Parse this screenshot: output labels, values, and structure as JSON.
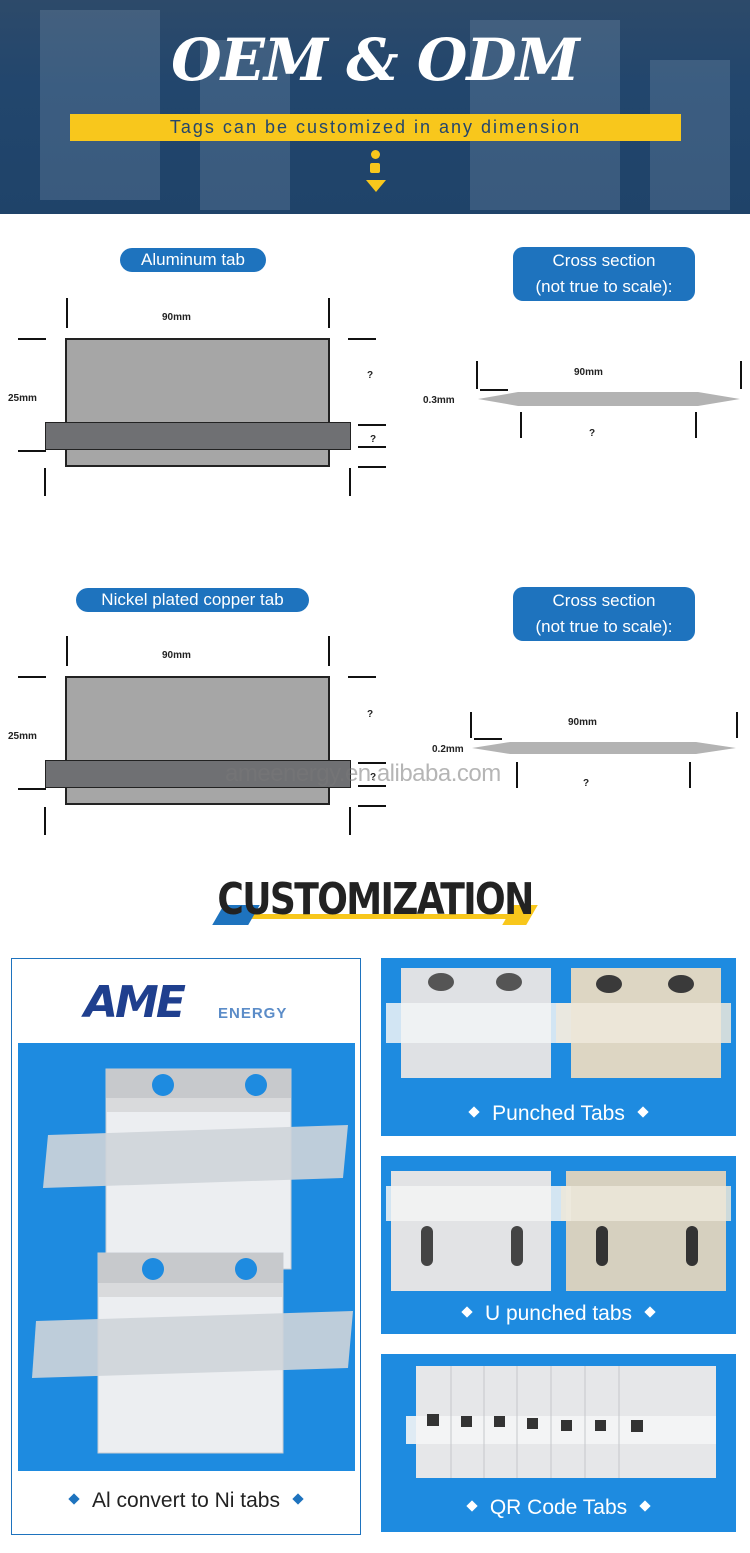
{
  "banner": {
    "title": "OEM & ODM",
    "subtitle": "Tags can be customized in any dimension"
  },
  "diagrams": [
    {
      "label": "Aluminum tab",
      "width": "90mm",
      "height": "25mm",
      "q1": "?",
      "q2": "?",
      "cross_label_1": "Cross section",
      "cross_label_2": "(not true to scale):",
      "cross_width": "90mm",
      "thickness": "0.3mm",
      "cross_q": "?"
    },
    {
      "label": "Nickel plated copper tab",
      "width": "90mm",
      "height": "25mm",
      "q1": "?",
      "q2": "?",
      "cross_label_1": "Cross section",
      "cross_label_2": "(not true to scale):",
      "cross_width": "90mm",
      "thickness": "0.2mm",
      "cross_q": "?"
    }
  ],
  "watermark": "ameenergy.en.alibaba.com",
  "customization": {
    "title": "CUSTOMIZATION",
    "logo_main": "AME",
    "logo_sub": "ENERGY",
    "captions": {
      "al_to_ni": "Al convert to Ni tabs",
      "punched": "Punched Tabs",
      "u_punched": "U punched tabs",
      "qr": "QR Code Tabs"
    }
  },
  "colors": {
    "accent_blue": "#1e73be",
    "accent_yellow": "#f8c71c",
    "banner_blue": "#22466d"
  }
}
